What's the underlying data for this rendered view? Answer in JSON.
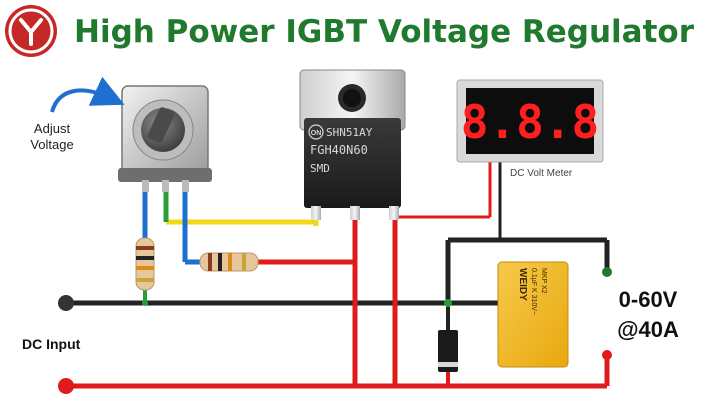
{
  "header": {
    "title": "High Power IGBT Voltage Regulator",
    "logo_letter": "Y"
  },
  "labels": {
    "adjust_line1": "Adjust",
    "adjust_line2": "Voltage",
    "dc_input": "DC Input",
    "volt_meter": "DC Volt Meter",
    "output_voltage": "0-60V",
    "output_current": "@40A"
  },
  "igbt": {
    "line1": "SHN51AY",
    "line2": "FGH40N60",
    "line3": "SMD",
    "brand": "ON"
  },
  "meter": {
    "display": "8.8.8"
  },
  "capacitor": {
    "brand": "WEIDY",
    "line1": "0.1µF K 310V~",
    "line2": "MKP X2"
  },
  "colors": {
    "title_green": "#1f7a2e",
    "logo_red": "#c62828",
    "wire_red": "#e01b1b",
    "wire_black": "#222222",
    "wire_blue": "#1e6fd0",
    "wire_yellow": "#f2d816",
    "wire_green": "#2a9d3a",
    "capacitor_yellow": "#f2b81c",
    "meter_digit": "#ff1f1f"
  }
}
